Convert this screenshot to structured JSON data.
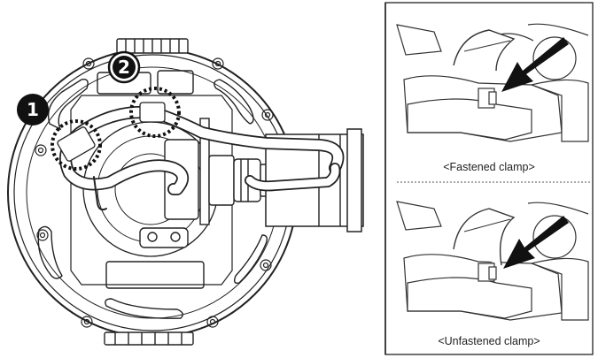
{
  "callouts": [
    {
      "number": "1",
      "style": "filled"
    },
    {
      "number": "2",
      "style": "outlined"
    }
  ],
  "panels": {
    "top_caption": "<Fastened clamp>",
    "bottom_caption": "<Unfastened clamp>"
  },
  "icons": {
    "arrow": "arrow-icon",
    "clamp": "clamp-icon"
  }
}
